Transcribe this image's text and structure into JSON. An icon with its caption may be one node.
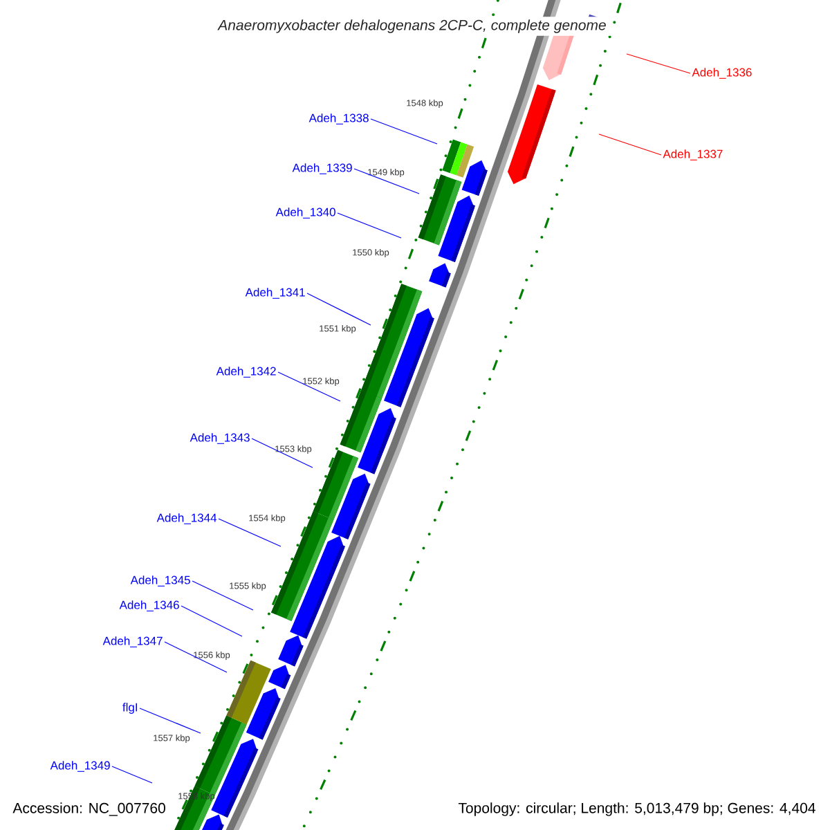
{
  "diagram": {
    "title": "*Anaeromyxobacter dehalogenans* 2CP-C, complete genome",
    "nodes": [
      {
        "text": [
          "Adeh_1336"
        ]
      },
      {
        "text": [
          "Adeh_1338"
        ]
      },
      {
        "text": [
          "Adeh_1337"
        ]
      },
      {
        "text": [
          "Adeh_1339"
        ]
      },
      {
        "text": [
          "Adeh_1340"
        ]
      },
      {
        "text": [
          "Adeh_1341"
        ]
      },
      {
        "text": [
          "Adeh_1342"
        ]
      },
      {
        "text": [
          "Adeh_1343"
        ]
      },
      {
        "text": [
          "Adeh_1344"
        ]
      },
      {
        "text": [
          "Adeh_1345"
        ]
      },
      {
        "text": [
          "Adeh_1346"
        ]
      },
      {
        "text": [
          "Adeh_1347"
        ]
      },
      {
        "text": [
          "flgI"
        ]
      },
      {
        "text": [
          "Adeh_1349"
        ]
      }
    ],
    "edges": [
      {
        "from": 0,
        "to": null,
        "arrow": "none",
        "color": "#ff0000"
      },
      {
        "from": 1,
        "to": null,
        "arrow": "none"
      },
      {
        "from": 2,
        "to": null,
        "arrow": "none",
        "color": "#ff0000"
      },
      {
        "from": 3,
        "to": null,
        "arrow": "none"
      },
      {
        "from": 4,
        "to": null,
        "arrow": "none"
      },
      {
        "from": 5,
        "to": null,
        "arrow": "none"
      },
      {
        "from": 6,
        "to": null,
        "arrow": "none"
      },
      {
        "from": 7,
        "to": null,
        "arrow": "none"
      },
      {
        "from": 8,
        "to": null,
        "arrow": "none"
      },
      {
        "from": 9,
        "to": null,
        "arrow": "none"
      },
      {
        "from": 10,
        "to": null,
        "arrow": "none"
      },
      {
        "from": 11,
        "to": null,
        "arrow": "none"
      },
      {
        "from": 12,
        "to": null,
        "arrow": "none"
      },
      {
        "from": 13,
        "to": null,
        "arrow": "none"
      }
    ],
    "labels": [
      "1548 kbp",
      "1549 kbp",
      "1550 kbp",
      "1551 kbp",
      "1552 kbp",
      "1553 kbp",
      "1554 kbp",
      "1555 kbp",
      "1556 kbp",
      "1557 kbp",
      "1558 kbp",
      "Accession: NC_007760",
      "Topology: circular; Length: 5,013,479 bp; Genes: 4,404"
    ]
  }
}
